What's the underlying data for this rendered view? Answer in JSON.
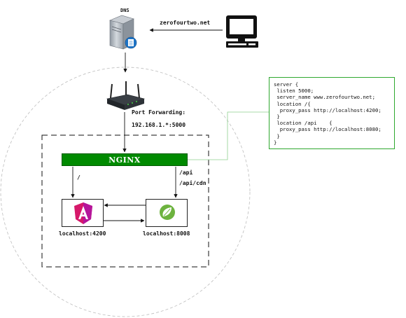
{
  "dns": {
    "label": "DNS"
  },
  "client": {
    "domain_label": "zerofourtwo.net"
  },
  "router": {
    "port_forwarding_label": "Port Forwarding:",
    "forward_rule": "192.168.1.*:5000"
  },
  "nginx": {
    "label": "NGINX",
    "fill_color": "#008a00"
  },
  "routes": {
    "root_path": "/",
    "api_path": "/api",
    "api_cdn_path": "/api/cdn"
  },
  "frontend": {
    "label": "localhost:4200"
  },
  "backend": {
    "label": "localhost:8008"
  },
  "config": {
    "lines": [
      "server {",
      " listen 5000;",
      " server_name www.zerofourtwo.net;",
      " location /{",
      "  proxy_pass http://localhost:4200;",
      " }",
      " location /api    {",
      "  proxy_pass http://localhost:8080;",
      " }",
      "}"
    ],
    "border_color": "#2ea82e"
  }
}
